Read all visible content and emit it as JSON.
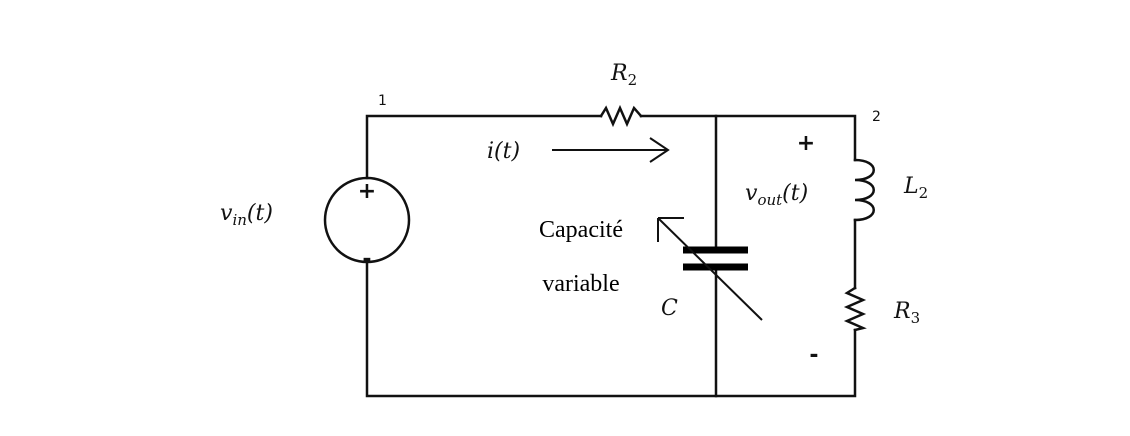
{
  "nodes": {
    "node1": "1",
    "node2": "2"
  },
  "components": {
    "r2": {
      "label": "R",
      "sub": "2"
    },
    "r3": {
      "label": "R",
      "sub": "3"
    },
    "l2": {
      "label": "L",
      "sub": "2"
    },
    "c": {
      "label": "C"
    }
  },
  "source": {
    "label": "v",
    "sub": "in",
    "arg": "(t)",
    "plus": "+",
    "minus": "-"
  },
  "current": {
    "label": "i(t)"
  },
  "output": {
    "label": "v",
    "sub": "out",
    "arg": "(t)",
    "plus": "+",
    "minus": "-"
  },
  "capacitor_note": {
    "line1": "Capacité",
    "line2": "variable"
  }
}
